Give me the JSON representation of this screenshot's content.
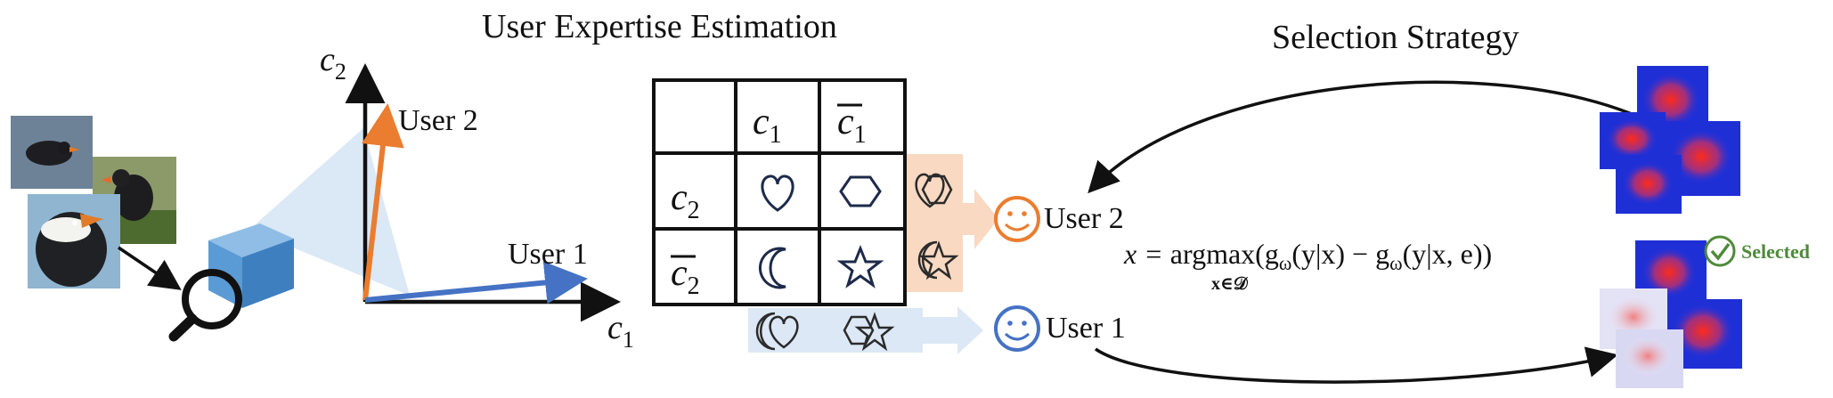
{
  "titles": {
    "estimation": "User Expertise Estimation",
    "selection": "Selection Strategy"
  },
  "axes": {
    "x_label": "c",
    "x_sub": "1",
    "y_label": "c",
    "y_sub": "2"
  },
  "vectors": {
    "user2": "User 2",
    "user1": "User 1"
  },
  "table": {
    "col_headers": [
      {
        "base": "c",
        "sub": "1",
        "bar": false
      },
      {
        "base": "c",
        "sub": "1",
        "bar": true
      }
    ],
    "row_headers": [
      {
        "base": "c",
        "sub": "2",
        "bar": false
      },
      {
        "base": "c",
        "sub": "2",
        "bar": true
      }
    ],
    "cells": [
      [
        "heart-icon",
        "hexagon-icon"
      ],
      [
        "moon-icon",
        "star-icon"
      ]
    ]
  },
  "users": {
    "user2": "User 2",
    "user1": "User 1"
  },
  "formula": {
    "lhs": "x = ",
    "op": "argmax",
    "sub": "x∈𝒟",
    "rhs": "(g",
    "body": "(y|x) − g",
    "body2": "(y|x, e))",
    "omega": "ω"
  },
  "badge": {
    "selected": "Selected"
  },
  "colors": {
    "orange": "#ea7d30",
    "blue": "#4572c4",
    "green": "#4e8a3a",
    "orange_band": "#f9d9c2",
    "blue_band": "#dce8f5",
    "beam": "#dbe8f5",
    "cube": "#5b9bd5",
    "heat_bg": "#1f2fd6",
    "heat_hot": "#e02020"
  }
}
